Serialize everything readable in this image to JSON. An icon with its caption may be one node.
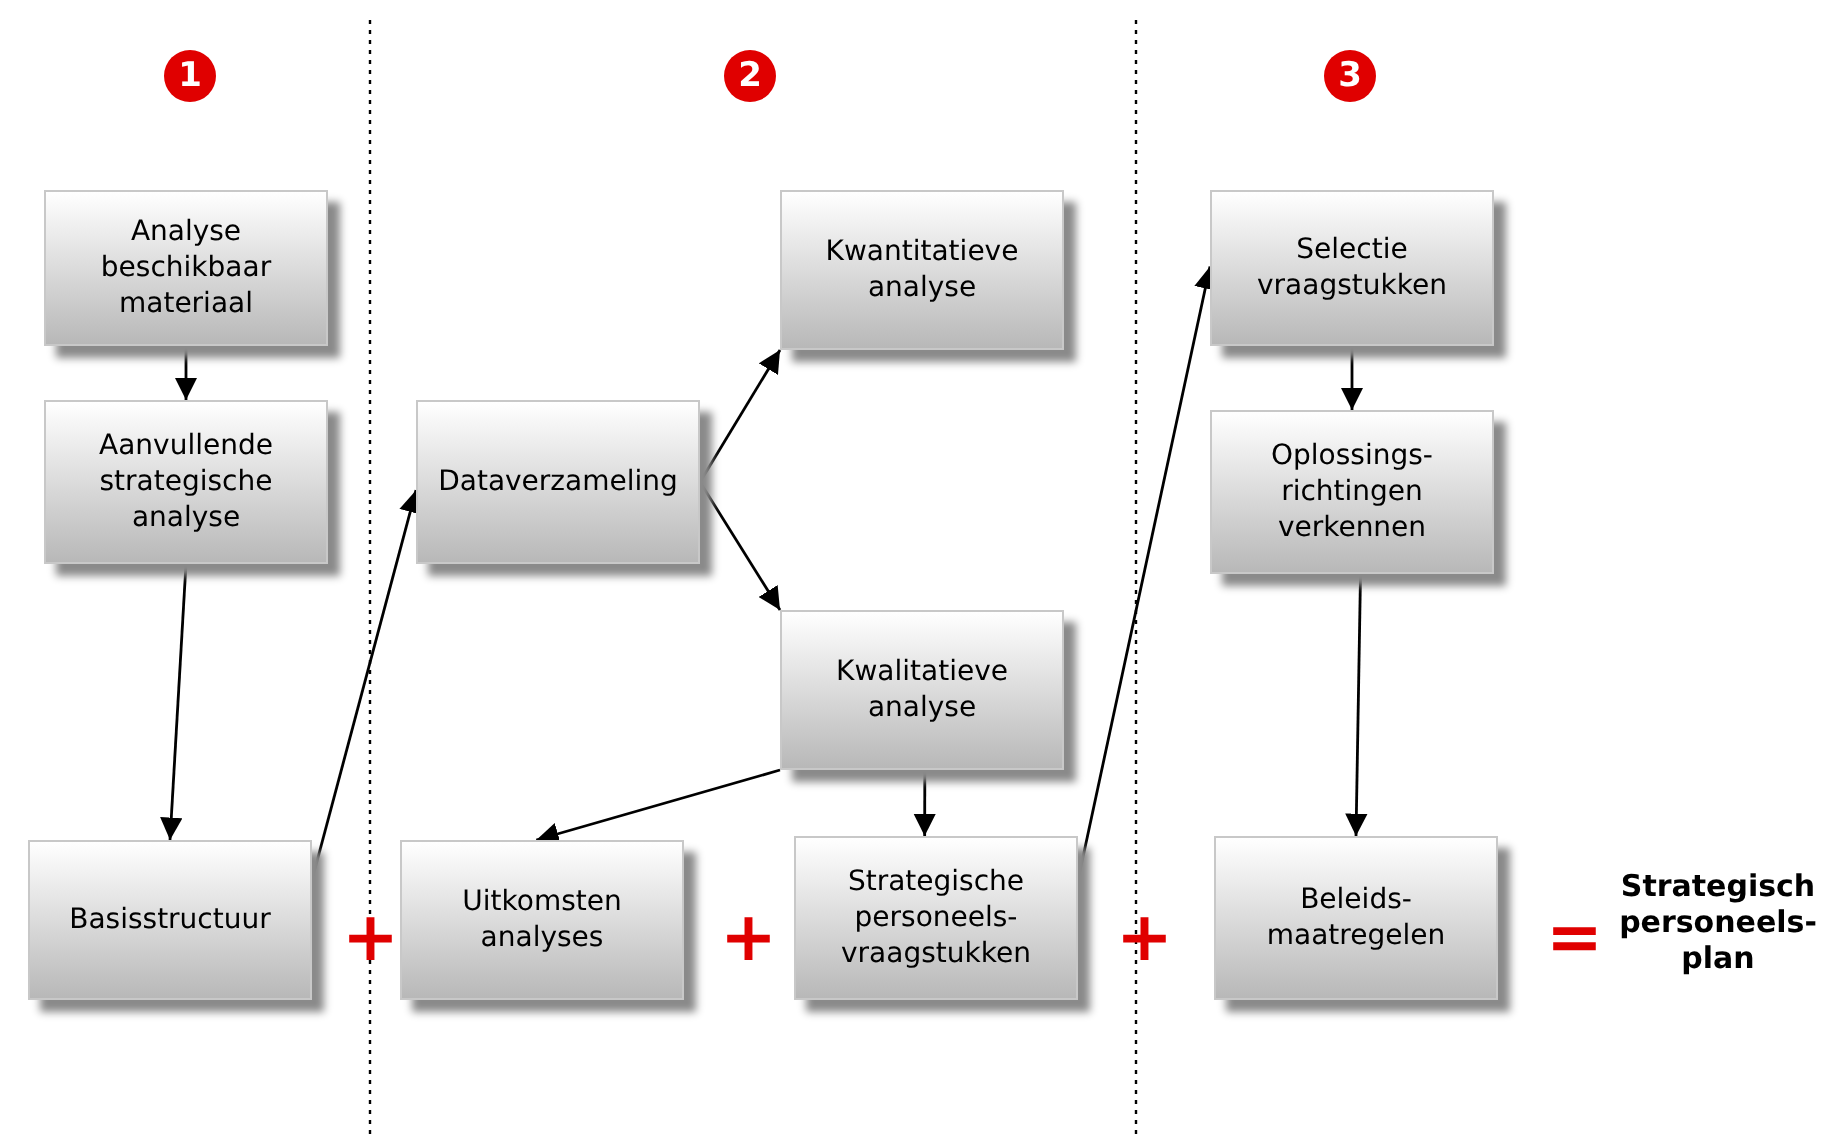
{
  "diagram": {
    "nodes": [
      {
        "text": [
          "Analyse beschikbaar materiaal"
        ]
      },
      {
        "text": [
          "Aanvullende strategische analyse"
        ]
      },
      {
        "text": [
          "Basisstructuur"
        ]
      },
      {
        "text": [
          "Dataverzameling"
        ]
      },
      {
        "text": [
          "Kwantitatieve analyse"
        ]
      },
      {
        "text": [
          "Kwalitatieve analyse"
        ]
      },
      {
        "text": [
          "Uitkomsten analyses"
        ]
      },
      {
        "text": [
          "Strategische personeels-vraagstukken"
        ]
      },
      {
        "text": [
          "Selectie vraagstukken"
        ]
      },
      {
        "text": [
          "Oplossings-richtingen verkennen"
        ]
      },
      {
        "text": [
          "Beleids-maatregelen"
        ]
      }
    ],
    "edges": [
      {
        "from": 0,
        "to": 1,
        "arrow": "to"
      },
      {
        "from": 1,
        "to": 2,
        "arrow": "to"
      },
      {
        "from": 2,
        "to": 3,
        "arrow": "to"
      },
      {
        "from": 3,
        "to": 4,
        "arrow": "to"
      },
      {
        "from": 3,
        "to": 5,
        "arrow": "to"
      },
      {
        "from": 5,
        "to": 6,
        "arrow": "to"
      },
      {
        "from": 5,
        "to": 7,
        "arrow": "to"
      },
      {
        "from": 7,
        "to": 8,
        "arrow": "to"
      },
      {
        "from": 8,
        "to": 9,
        "arrow": "to"
      },
      {
        "from": 9,
        "to": 10,
        "arrow": "to"
      }
    ],
    "labels": [
      "1",
      "2",
      "3",
      "+",
      "+",
      "+",
      "=",
      "Strategisch personeels-plan"
    ]
  }
}
